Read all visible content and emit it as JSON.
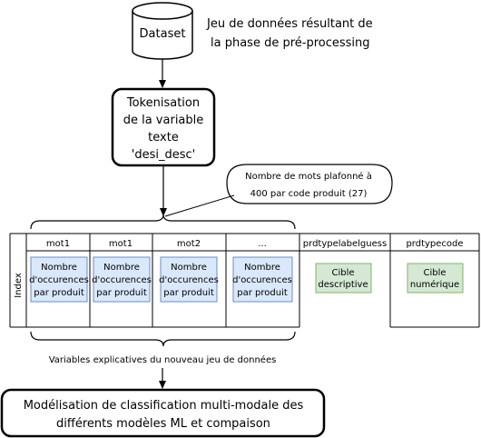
{
  "dataset": {
    "label": "Dataset",
    "note_line1": "Jeu de données résultant de",
    "note_line2": "la phase de pré-processing"
  },
  "tokenisation": {
    "line1": "Tokenisation",
    "line2": "de la variable",
    "line3": "texte",
    "line4": "'desi_desc'"
  },
  "callout": {
    "line1": "Nombre de mots plafonné à",
    "line2": "400 par code produit (27)"
  },
  "table": {
    "index_label": "Index",
    "columns": [
      "mot1",
      "mot1",
      "mot2",
      "...",
      "prdtypelabelguess",
      "prdtypecode"
    ],
    "cell_line1": "Nombre",
    "cell_line2": "d'occurences",
    "cell_line3": "par produit",
    "target_desc_line1": "Cible",
    "target_desc_line2": "descriptive",
    "target_num_line1": "Cible",
    "target_num_line2": "numérique"
  },
  "brace_caption": "Variables explicatives du nouveau jeu de données",
  "model": {
    "line1": "Modélisation de classification multi-modale des",
    "line2": "différents modèles ML et compaison"
  },
  "colors": {
    "blue_fill": "#dae8fc",
    "blue_stroke": "#6c8ebf",
    "green_fill": "#d5e8d4",
    "green_stroke": "#82b366"
  }
}
